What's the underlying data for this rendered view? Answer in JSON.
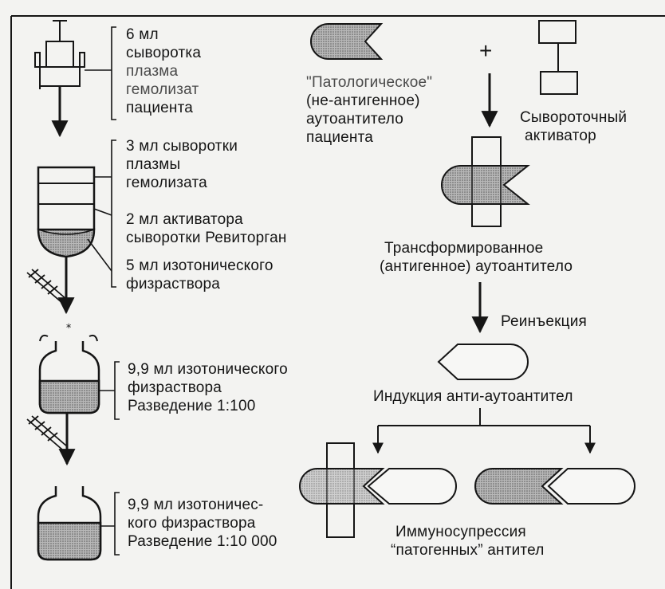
{
  "left_column": {
    "step1": [
      "6 мл",
      "сыворотка",
      "плазма",
      "гемолизат",
      "пациента"
    ],
    "step2a": [
      "3 мл сыворотки",
      "плазмы",
      "гемолизата"
    ],
    "step2b": [
      "2 мл активатора",
      "сыворотки Ревиторган"
    ],
    "step2c": [
      "5 мл изотонического",
      "физраствора"
    ],
    "step3": [
      "9,9 мл изотонического",
      "физраствора",
      "Разведение 1:100"
    ],
    "step4": [
      "9,9 мл изотоничес-",
      "кого физраствора",
      "Разведение 1:10 000"
    ]
  },
  "right_column": {
    "autoantibody": [
      "\"Патологическое\"",
      "(не-антигенное)",
      "аутоантитело",
      "пациента"
    ],
    "plus_sign": "+",
    "activator": [
      "Сывороточный",
      "активатор"
    ],
    "transformed": [
      "Трансформированное",
      "(антигенное) аутоантитело"
    ],
    "reinjection": "Реинъекция",
    "induction": "Индукция анти-аутоантител",
    "suppression": [
      "Иммуносупрессия",
      "“патогенных” антител"
    ]
  },
  "colors": {
    "ink": "#151515",
    "background": "#f3f3f1",
    "shade": "#9a9a9a"
  }
}
